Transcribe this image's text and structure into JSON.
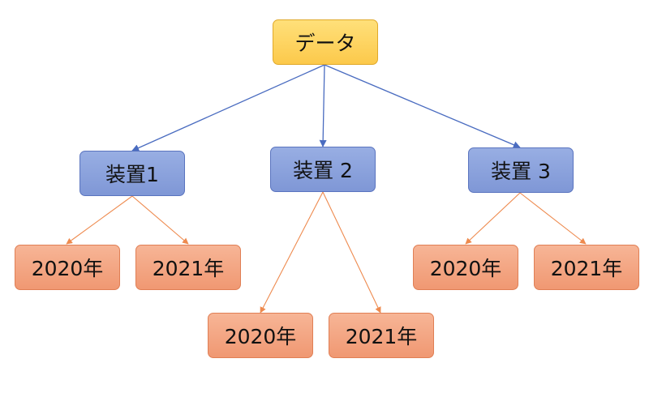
{
  "root": {
    "label": "データ"
  },
  "devices": [
    {
      "label": "装置1",
      "years": [
        "2020年",
        "2021年"
      ]
    },
    {
      "label": "装置 2",
      "years": [
        "2020年",
        "2021年"
      ]
    },
    {
      "label": "装置 3",
      "years": [
        "2020年",
        "2021年"
      ]
    }
  ],
  "colors": {
    "root_fill": "#fcd462",
    "device_fill": "#8ea4de",
    "year_fill": "#f4a683",
    "device_edge": "#4a6cc0",
    "year_edge": "#ee8a4e"
  }
}
